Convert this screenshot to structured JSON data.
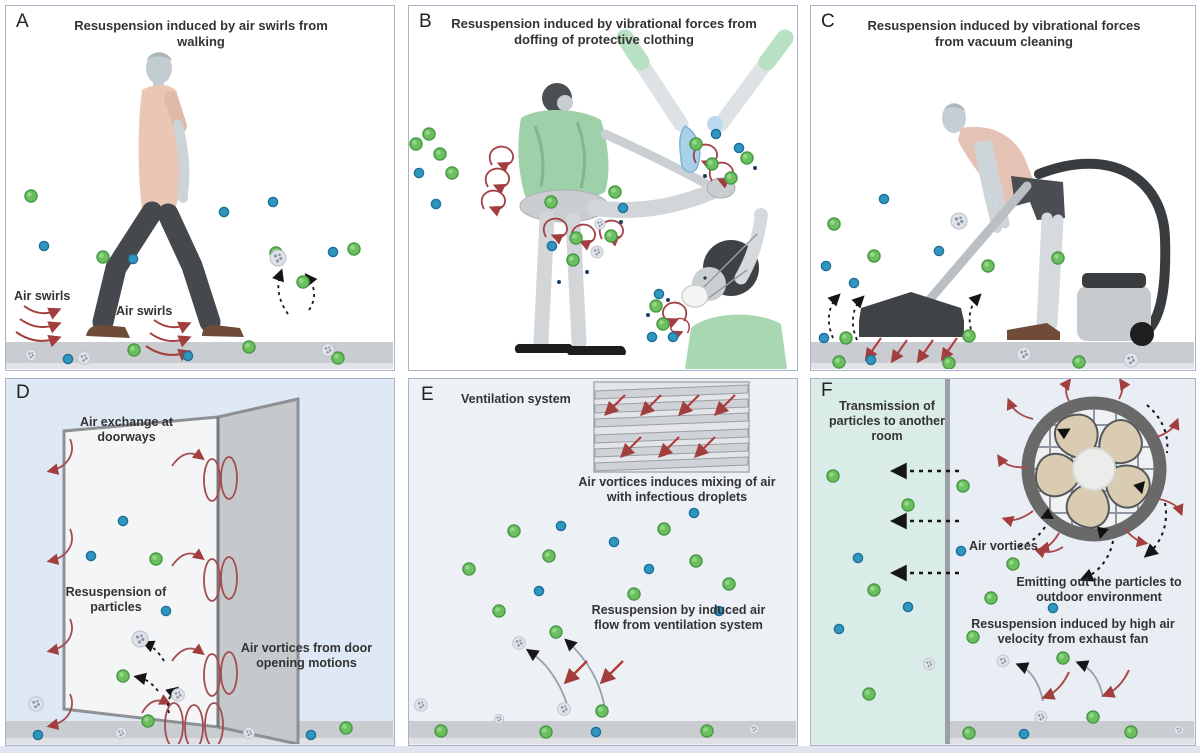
{
  "panels": {
    "A": {
      "letter": "A",
      "title": "Resuspension induced by air swirls from walking",
      "label_air_swirls_left": "Air swirls",
      "label_air_swirls_right": "Air swirls"
    },
    "B": {
      "letter": "B",
      "title": "Resuspension induced by vibrational forces from doffing of protective clothing"
    },
    "C": {
      "letter": "C",
      "title": "Resuspension induced by vibrational forces from vacuum cleaning"
    },
    "D": {
      "letter": "D",
      "label_air_exchange": "Air exchange at doorways",
      "label_resuspension_particles": "Resuspension of particles",
      "label_air_vortices_door": "Air vortices from door opening motions"
    },
    "E": {
      "letter": "E",
      "label_ventilation_system": "Ventilation system",
      "label_air_vortices_mixing": "Air vortices induces mixing of air with infectious droplets",
      "label_resuspension_airflow": "Resuspension by induced air flow from ventilation system"
    },
    "F": {
      "letter": "F",
      "label_transmission": "Transmission of particles to another room",
      "label_air_vortices": "Air vortices",
      "label_emitting": "Emitting out the particles to outdoor environment",
      "label_resuspension_exhaust": "Resuspension induced by high air velocity from exhaust fan"
    }
  },
  "icons": {
    "green_particle": "green-droplet-particle",
    "blue_particle": "blue-droplet-particle",
    "gray_cluster": "gray-virus-cluster-particle",
    "red_arrow": "airflow-arrow",
    "black_dashed_arrow": "particle-motion-arrow"
  },
  "colors": {
    "green_particle": "#6cbf5f",
    "blue_particle": "#2f96bf",
    "gray_cluster": "#dfe3e9",
    "red_arrow": "#a33e3e",
    "floor": "#c9ccd0",
    "panel_border": "#a7b4c8",
    "panel_d_bg": "#dfe8f5",
    "panel_e_bg": "#edf1f6",
    "panel_f_bg": "#e9edf4",
    "panel_f_room_bg": "#d9ece7",
    "fan_blade": "#d9ccb2",
    "skin": "#c9d0d3",
    "shirt_salmon": "#e9c6b5",
    "scrub_green": "#9ed0a9",
    "glove_blue": "#a9cfe9"
  }
}
